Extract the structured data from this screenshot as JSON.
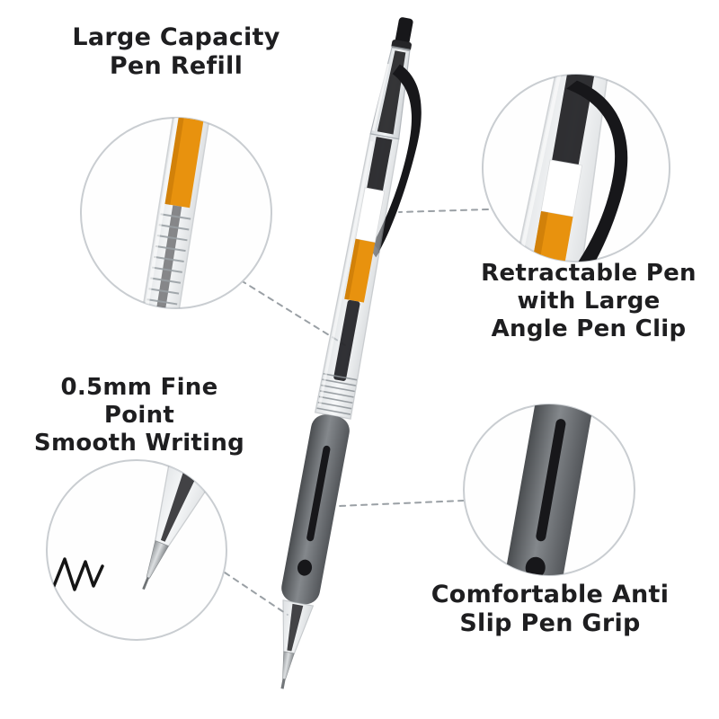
{
  "features": [
    {
      "id": "refill",
      "label": "Large Capacity\nPen Refill"
    },
    {
      "id": "clip",
      "label": "Retractable Pen\nwith Large\nAngle Pen Clip"
    },
    {
      "id": "point",
      "label": "0.5mm Fine\nPoint\nSmooth Writing"
    },
    {
      "id": "grip",
      "label": "Comfortable Anti\nSlip Pen Grip"
    }
  ],
  "colors": {
    "background": "#ffffff",
    "text": "#1e1e20",
    "ink_accent": "#e8920e",
    "ink_accent_dark": "#c97b07",
    "pen_black": "#17171a",
    "grip_gray": "#6a6e72",
    "circle_outline": "#c9cdd1",
    "connector": "#9aa0a5"
  }
}
